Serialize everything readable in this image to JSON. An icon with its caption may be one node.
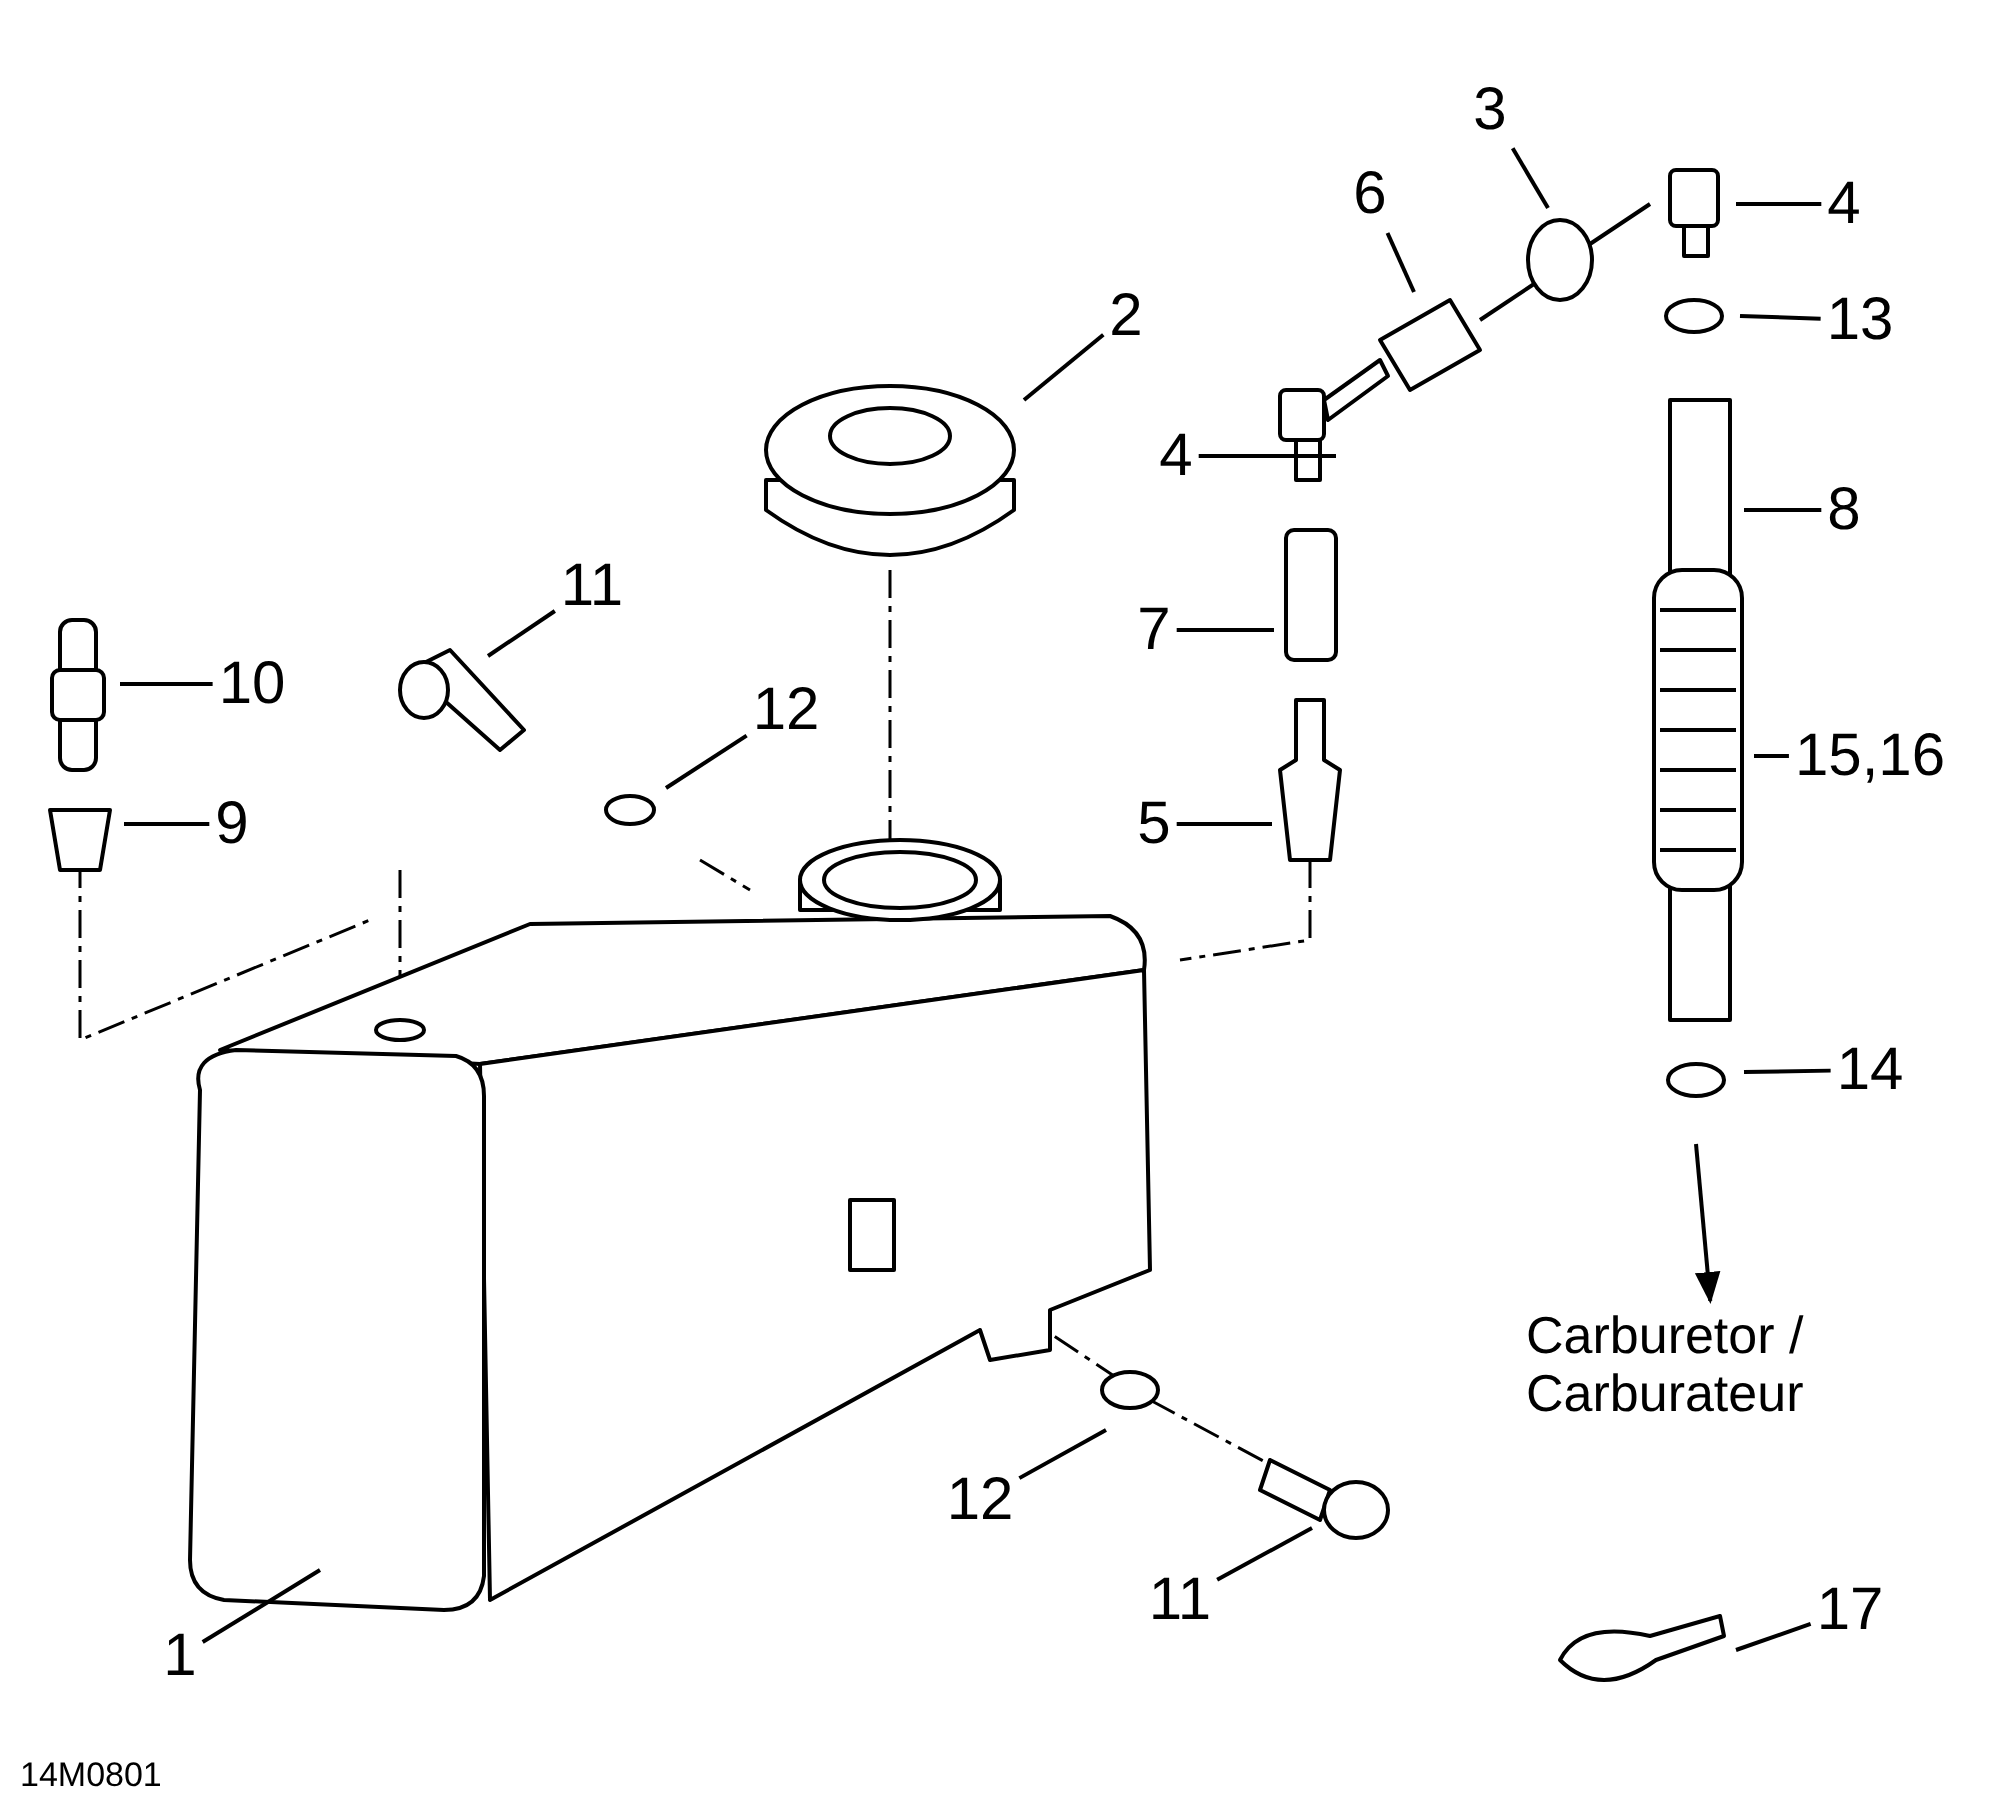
{
  "diagram": {
    "nodes": [
      {
        "text": [
          "3"
        ]
      },
      {
        "text": [
          "4"
        ]
      },
      {
        "text": [
          "6"
        ]
      },
      {
        "text": [
          "13"
        ]
      },
      {
        "text": [
          "2"
        ]
      },
      {
        "text": [
          "4"
        ]
      },
      {
        "text": [
          "8"
        ]
      },
      {
        "text": [
          "11"
        ]
      },
      {
        "text": [
          "10"
        ]
      },
      {
        "text": [
          "7"
        ]
      },
      {
        "text": [
          "12"
        ]
      },
      {
        "text": [
          "15,16"
        ]
      },
      {
        "text": [
          "9"
        ]
      },
      {
        "text": [
          "5"
        ]
      },
      {
        "text": [
          "14"
        ]
      },
      {
        "text": [
          "Carburetor / Carburateur"
        ]
      },
      {
        "text": [
          "12"
        ]
      },
      {
        "text": [
          "11"
        ]
      },
      {
        "text": [
          "1"
        ]
      },
      {
        "text": [
          "17"
        ]
      }
    ],
    "edges": [
      {
        "from": 0,
        "to": null,
        "arrow": "none"
      },
      {
        "from": 1,
        "to": null,
        "arrow": "none"
      },
      {
        "from": 2,
        "to": null,
        "arrow": "none"
      },
      {
        "from": 3,
        "to": null,
        "arrow": "none"
      },
      {
        "from": 4,
        "to": null,
        "arrow": "none"
      },
      {
        "from": 5,
        "to": null,
        "arrow": "none"
      },
      {
        "from": 6,
        "to": null,
        "arrow": "none"
      },
      {
        "from": 7,
        "to": null,
        "arrow": "none"
      },
      {
        "from": 8,
        "to": null,
        "arrow": "none"
      },
      {
        "from": 9,
        "to": null,
        "arrow": "none"
      },
      {
        "from": 10,
        "to": null,
        "arrow": "none"
      },
      {
        "from": 11,
        "to": null,
        "arrow": "none"
      },
      {
        "from": 12,
        "to": null,
        "arrow": "none"
      },
      {
        "from": 13,
        "to": null,
        "arrow": "none"
      },
      {
        "from": 14,
        "to": null,
        "arrow": "none"
      },
      {
        "from": null,
        "to": 15,
        "arrow": "to"
      },
      {
        "from": 16,
        "to": null,
        "arrow": "none"
      },
      {
        "from": 17,
        "to": null,
        "arrow": "none"
      },
      {
        "from": 18,
        "to": null,
        "arrow": "none"
      },
      {
        "from": 19,
        "to": null,
        "arrow": "none"
      }
    ],
    "labels": [
      "14M0801"
    ]
  }
}
